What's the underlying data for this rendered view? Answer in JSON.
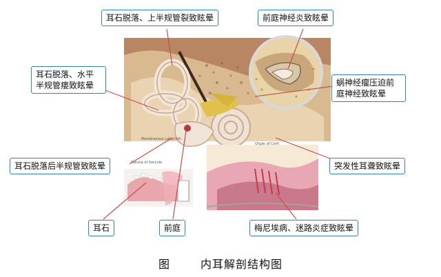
{
  "labels": {
    "top_left": "耳石脱落、上半规管裂致眩晕",
    "top_right": "前庭神经炎致眩晕",
    "left_upper": "耳石脱落、水平半规管瘘致眩晕",
    "right_upper": "蜗神经瘤压迫前庭神经致眩晕",
    "left_lower": "耳石脱落后半规管致眩晕",
    "right_lower": "突发性耳聋致眩晕",
    "otolith": "耳石",
    "vestibule": "前庭",
    "bottom_right": "梅尼埃病、迷路炎症致眩晕"
  },
  "caption": {
    "prefix": "图",
    "title": "内耳解剖结构图"
  },
  "illustration_text": {
    "labyrinth": "Membranous Labyrinth",
    "macula": "Macula of Saccule",
    "organ": "Organ of Corti"
  },
  "colors": {
    "label_border": "#2f83b6",
    "leader_line": "#c0504d"
  }
}
